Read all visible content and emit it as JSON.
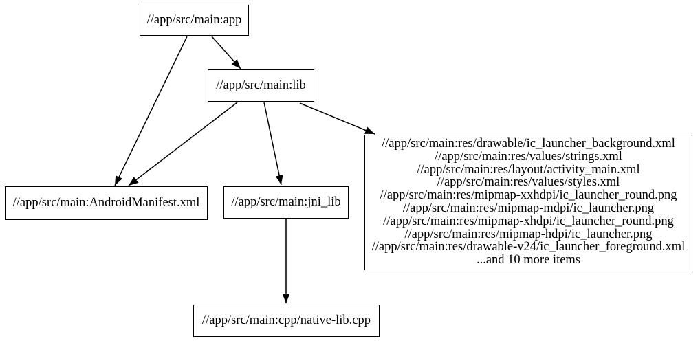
{
  "diagram": {
    "type": "dependency-graph",
    "background_color": "#ffffff",
    "node_border_color": "#000000",
    "edge_color": "#000000",
    "text_color": "#000000",
    "nodes": [
      {
        "id": "app",
        "label": "//app/src/main:app"
      },
      {
        "id": "lib",
        "label": "//app/src/main:lib"
      },
      {
        "id": "android_manifest",
        "label": "//app/src/main:AndroidManifest.xml"
      },
      {
        "id": "jni_lib",
        "label": "//app/src/main:jni_lib"
      },
      {
        "id": "resources",
        "lines": [
          "//app/src/main:res/drawable/ic_launcher_background.xml",
          "//app/src/main:res/values/strings.xml",
          "//app/src/main:res/layout/activity_main.xml",
          "//app/src/main:res/values/styles.xml",
          "//app/src/main:res/mipmap-xxhdpi/ic_launcher_round.png",
          "//app/src/main:res/mipmap-mdpi/ic_launcher.png",
          "//app/src/main:res/mipmap-xhdpi/ic_launcher_round.png",
          "//app/src/main:res/mipmap-hdpi/ic_launcher.png",
          "//app/src/main:res/drawable-v24/ic_launcher_foreground.xml",
          "...and 10 more items"
        ]
      },
      {
        "id": "native_lib",
        "label": "//app/src/main:cpp/native-lib.cpp"
      }
    ],
    "edges": [
      {
        "from": "app",
        "to": "lib"
      },
      {
        "from": "app",
        "to": "android_manifest"
      },
      {
        "from": "lib",
        "to": "android_manifest"
      },
      {
        "from": "lib",
        "to": "jni_lib"
      },
      {
        "from": "lib",
        "to": "resources"
      },
      {
        "from": "jni_lib",
        "to": "native_lib"
      }
    ]
  }
}
